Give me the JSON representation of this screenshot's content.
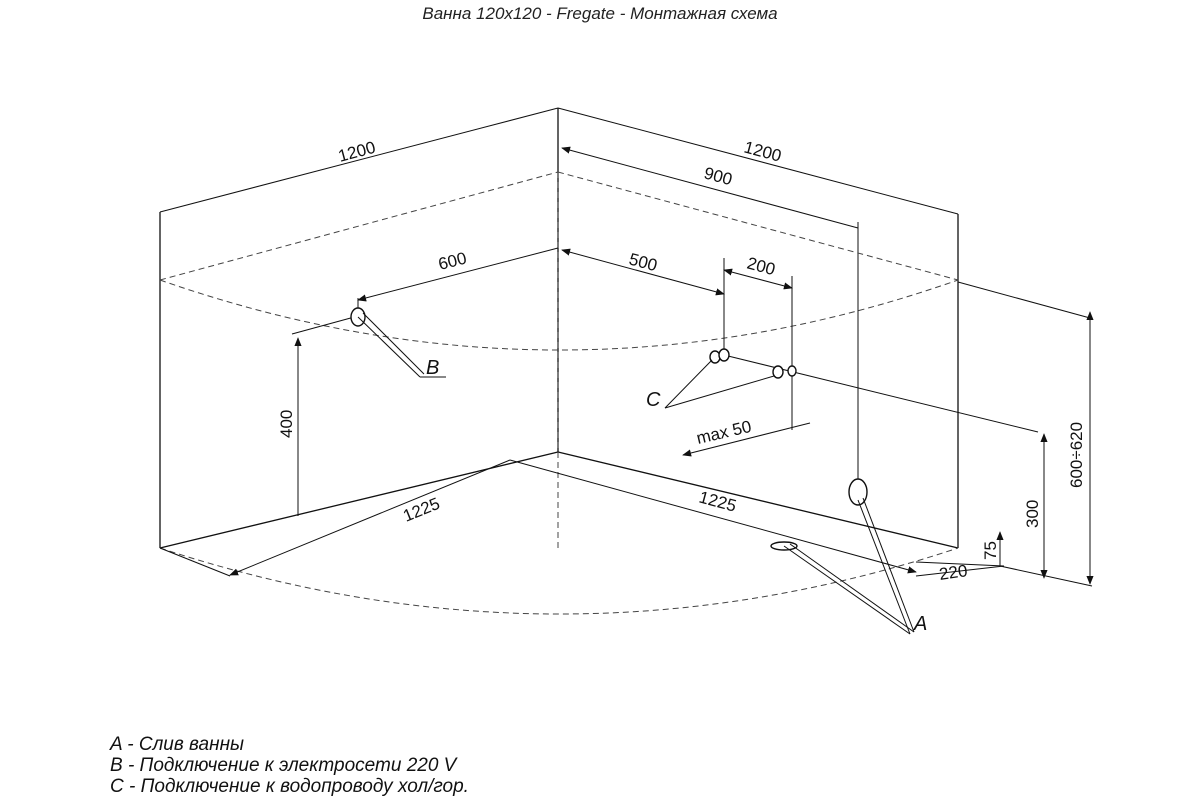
{
  "title": "Ванна 120х120 - Fregate - Монтажная схема",
  "dimensions": {
    "width_left": "1200",
    "width_right": "1200",
    "dist_900": "900",
    "dist_600": "600",
    "dist_500": "500",
    "dist_200": "200",
    "height_400": "400",
    "height_300": "300",
    "height_range": "600÷620",
    "height_75": "75",
    "depth_220": "220",
    "max_50": "max  50",
    "length_left": "1225",
    "length_right": "1225"
  },
  "callouts": {
    "a": "A",
    "b": "B",
    "c": "C"
  },
  "legend": [
    "A - Слив ванны",
    "B - Подключение к электросети 220 V",
    "C - Подключение к водопроводу хол/гор."
  ]
}
